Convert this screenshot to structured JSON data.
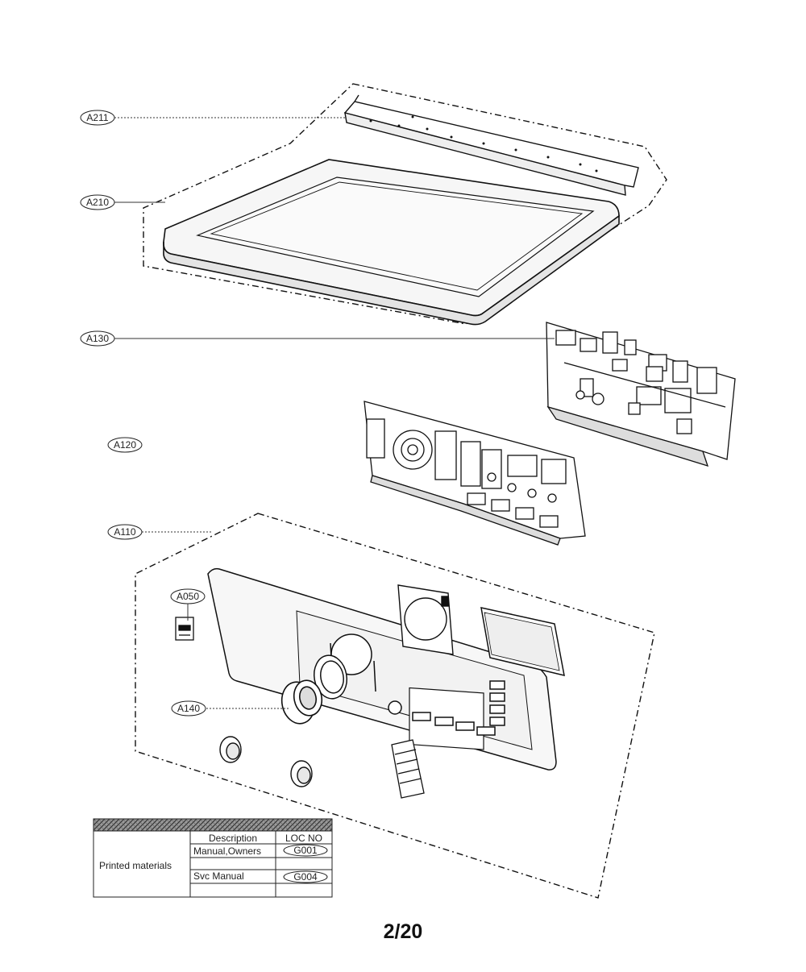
{
  "callouts": {
    "a211": "A211",
    "a210": "A210",
    "a130": "A130",
    "a120": "A120",
    "a110": "A110",
    "a050": "A050",
    "a140": "A140"
  },
  "table": {
    "header_description": "Description",
    "header_loc": "LOC NO",
    "group_label": "Printed materials",
    "rows": [
      {
        "description": "Manual,Owners",
        "loc": "G001"
      },
      {
        "description": "Svc Manual",
        "loc": "G004"
      }
    ]
  },
  "page_number": "2/20"
}
